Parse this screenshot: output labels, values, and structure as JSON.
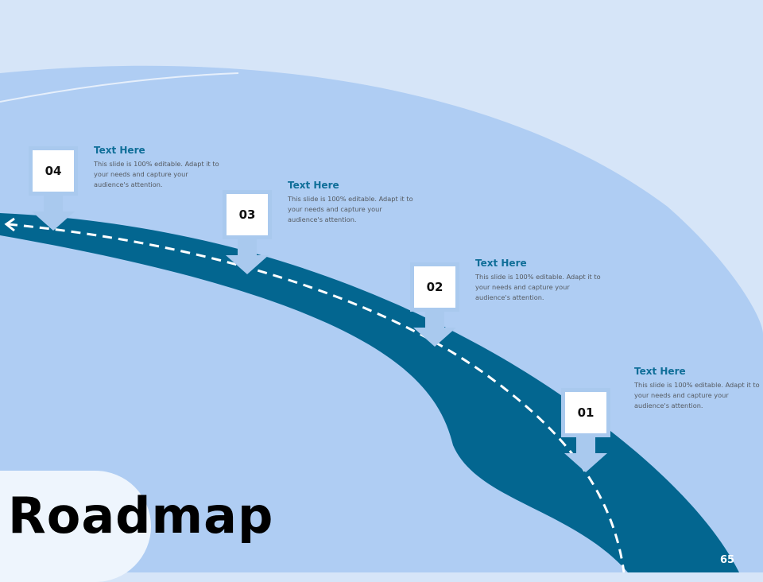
{
  "slide": {
    "title": "Roadmap",
    "page_number": "65"
  },
  "milestones": [
    {
      "number": "04",
      "heading": "Text Here",
      "body": "This slide is 100% editable. Adapt it to your needs and capture your audience's attention."
    },
    {
      "number": "03",
      "heading": "Text Here",
      "body": "This slide is 100% editable. Adapt it to your needs and capture your audience's attention."
    },
    {
      "number": "02",
      "heading": "Text Here",
      "body": "This slide is 100% editable. Adapt it to your needs and capture your audience's attention."
    },
    {
      "number": "01",
      "heading": "Text Here",
      "body": "This slide is 100% editable. Adapt it to your needs and capture your audience's attention."
    }
  ],
  "colors": {
    "background": "#d6e5f8",
    "outer_band": "#afcdf3",
    "road": "#036690",
    "road_center_line": "#ffffff",
    "heading": "#0f6e98",
    "marker_frame": "#a9c9ee"
  }
}
